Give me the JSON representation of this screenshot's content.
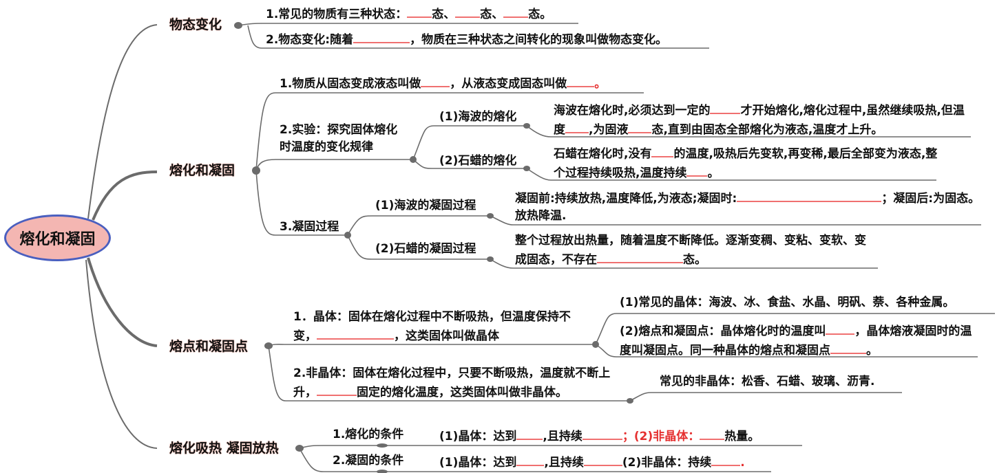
{
  "root": {
    "label": "熔化和凝固",
    "fill": "#f4b6b2",
    "border": "#4a5fbf"
  },
  "colors": {
    "line": "#6b6b6b",
    "blank_underline": "#f07070",
    "text": "#111111"
  },
  "branches": [
    {
      "label": "物态变化",
      "children": [
        {
          "parts": [
            "1.常见的物质有三种状态：",
            "",
            "态、",
            "",
            "态、",
            "",
            "态。"
          ]
        },
        {
          "parts": [
            "2.物态变化:随着",
            "",
            "，物质在三种状态之间转化的现象叫做物态变化。"
          ]
        }
      ]
    },
    {
      "label": "熔化和凝固",
      "children": [
        {
          "parts": [
            "1.物质从固态变成液态叫做",
            "",
            "，从液态变成固态叫做",
            "",
            "。"
          ]
        },
        {
          "label": "2.实验：探究固体熔化时温度的变化规律",
          "children": [
            {
              "label": "(1)海波的熔化",
              "detail": [
                "海波在熔化时,必须达到一定的",
                "",
                "才开始熔化,熔化过程中,虽然继续吸热,但温度",
                "",
                ",为固液",
                "",
                "态,直到由固态全部熔化为液态,温度才上升。"
              ]
            },
            {
              "label": "(2)石蜡的熔化",
              "detail": [
                "石蜡在熔化时,没有",
                "",
                "的温度,吸热后先变软,再变稀,最后全部变为液态,整个过程持续吸热,温度持续",
                "",
                "。"
              ]
            }
          ]
        },
        {
          "label": "3.凝固过程",
          "children": [
            {
              "label": "(1)海波的凝固过程",
              "detail": [
                "凝固前:持续放热,温度降低,为液态;凝固时:",
                "",
                "；凝固后:为固态。放热降温."
              ]
            },
            {
              "label": "(2)石蜡的凝固过程",
              "detail": [
                "整个过程放出热量，随着温度不断降低。逐渐变稠、变粘、变软、变成固态，不存在",
                "",
                "态。"
              ]
            }
          ]
        }
      ]
    },
    {
      "label": "熔点和凝固点",
      "children": [
        {
          "parts": [
            "1．晶体：固体在熔化过程中不断吸热，但温度保持不变，",
            "",
            "，这类固体叫做晶体"
          ],
          "children": [
            {
              "text": "(1)常见的晶体：海波、冰、食盐、水晶、明矾、萘、各种金属。"
            },
            {
              "parts": [
                "(2)熔点和凝固点：晶体熔化时的温度叫",
                "",
                "，晶体熔液凝固时的温度叫凝固点。同一种晶体的熔点和凝固点",
                "",
                "。"
              ]
            }
          ]
        },
        {
          "parts": [
            "2.非晶体：固体在熔化过程中，只要不断吸热，温度就不断上升，",
            "",
            "固定的熔化温度，这类固体叫做非晶体。"
          ],
          "children": [
            {
              "text": "常见的非晶体：松香、石蜡、玻璃、沥青."
            }
          ]
        }
      ]
    },
    {
      "label": "熔化吸热 凝固放热",
      "children": [
        {
          "label": "1.熔化的条件",
          "detail": [
            "(1)晶体：达到",
            "",
            ",且持续",
            "",
            "；(2)非晶体：",
            "",
            "热量。"
          ]
        },
        {
          "label": "2.凝固的条件",
          "detail": [
            "(1)晶体：达到",
            "",
            ",且持续",
            "",
            "(2)非晶体：持续",
            "",
            "."
          ]
        }
      ]
    }
  ]
}
